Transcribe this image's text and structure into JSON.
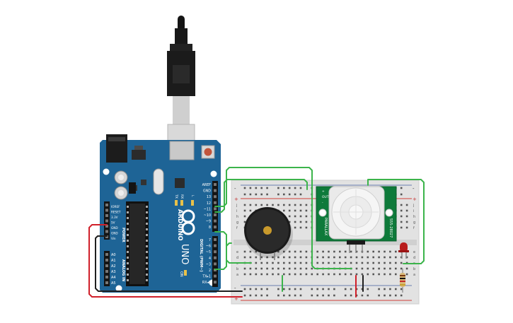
{
  "arduino": {
    "brand": "ARDUINO",
    "model": "UNO",
    "on_label": "ON",
    "tx_label": "TX",
    "rx_label": "RX",
    "l_label": "L",
    "section_power": "POWER",
    "section_analog": "ANALOG IN",
    "section_digital": "DIGITAL (PWM~)",
    "power_pins": [
      "IOREF",
      "RESET",
      "3.3V",
      "5V",
      "GND",
      "GND",
      "Vin"
    ],
    "analog_pins": [
      "A0",
      "A1",
      "A2",
      "A3",
      "A4",
      "A5"
    ],
    "top_header_labels": [
      "AREF",
      "GND",
      "13",
      "12",
      "~11",
      "~10",
      "~9",
      "8"
    ],
    "bottom_header_labels": [
      "7",
      "~6",
      "~5",
      "4",
      "~3",
      "2",
      "TX▸1",
      "RX◂0"
    ]
  },
  "breadboard": {
    "row_letters_top": [
      "j",
      "i",
      "h",
      "g",
      "f"
    ],
    "row_letters_bottom": [
      "e",
      "d",
      "c",
      "b",
      "a"
    ],
    "rail_plus": "+",
    "rail_minus": "-"
  },
  "pir_sensor": {
    "label_left": "PARALLAX",
    "label_right": "555-28027",
    "pin_labels": [
      "+",
      "OUT",
      "-"
    ]
  },
  "colors": {
    "board": "#1e6496",
    "wire_green": "#3cb44b",
    "wire_red": "#d0202a",
    "wire_black": "#202020",
    "pcb_green": "#0e7a3a",
    "led": "#b81c1c"
  }
}
